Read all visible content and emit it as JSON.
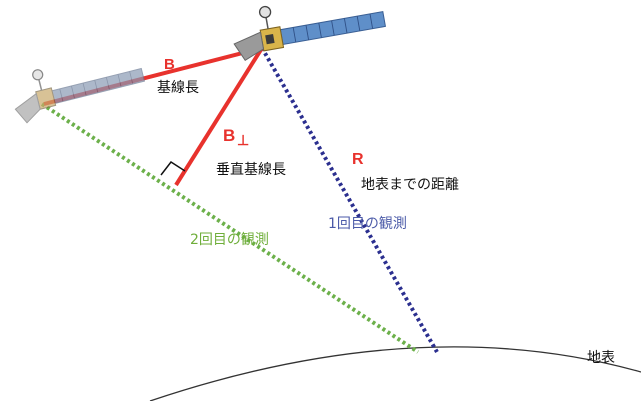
{
  "colors": {
    "baseline": "#e8322d",
    "observation_1": "#2b2f8f",
    "observation_2": "#6cb04a",
    "label_1": "#4b5aa8",
    "label_2": "#6fae3a",
    "earth": "#333333"
  },
  "icons": {
    "satellite_1": "satellite-icon",
    "satellite_2": "satellite-icon"
  },
  "labels": {
    "baseline_symbol": "B",
    "baseline_name": "基線長",
    "perp_symbol": "B",
    "perp_subscript": "⊥",
    "perp_name": "垂直基線長",
    "range_symbol": "R",
    "range_name": "地表までの距離",
    "obs_1": "1回目の観測",
    "obs_2": "2回目の観測",
    "ground": "地表"
  }
}
